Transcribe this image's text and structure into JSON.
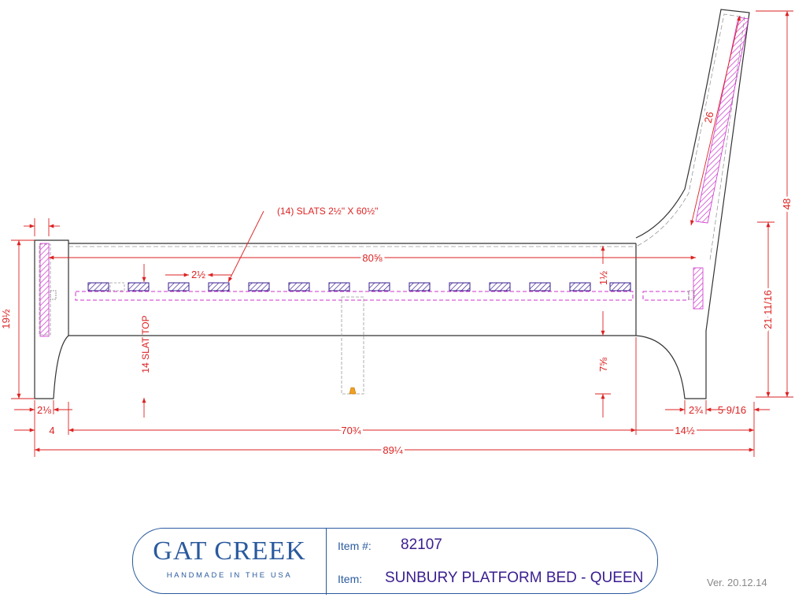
{
  "dimensions": {
    "overall_length": "89¼",
    "inner_length": "80⅝",
    "side_rail": "70¾",
    "footboard_offset": "4",
    "headboard_offset": "14½",
    "footboard_thick": "2⅛",
    "headboard_base": "2¾",
    "headboard_lean": "5 9/16",
    "headboard_height": "48",
    "headboard_panel": "26",
    "footboard_height": "19½",
    "rail_height": "21 11/16",
    "slat_thickness": "1½",
    "slat_drop": "7⅝",
    "slat_width": "2½",
    "slat_top_label": "14 SLAT TOP"
  },
  "callout": "(14) SLATS 2½\" X 60½\"",
  "title_block": {
    "brand_name": "GAT CREEK",
    "brand_tagline": "HANDMADE IN THE USA",
    "item_number_label": "Item #:",
    "item_number": "82107",
    "item_label": "Item:",
    "item_name": "SUNBURY PLATFORM BED - QUEEN"
  },
  "version": "Ver. 20.12.14",
  "colors": {
    "dimension": "#dd2222",
    "outline": "#333333",
    "hidden": "#9a9a9a",
    "slat": "#3a1d8f",
    "rail_hidden": "#cc33cc",
    "brand": "#2a5a9e"
  }
}
